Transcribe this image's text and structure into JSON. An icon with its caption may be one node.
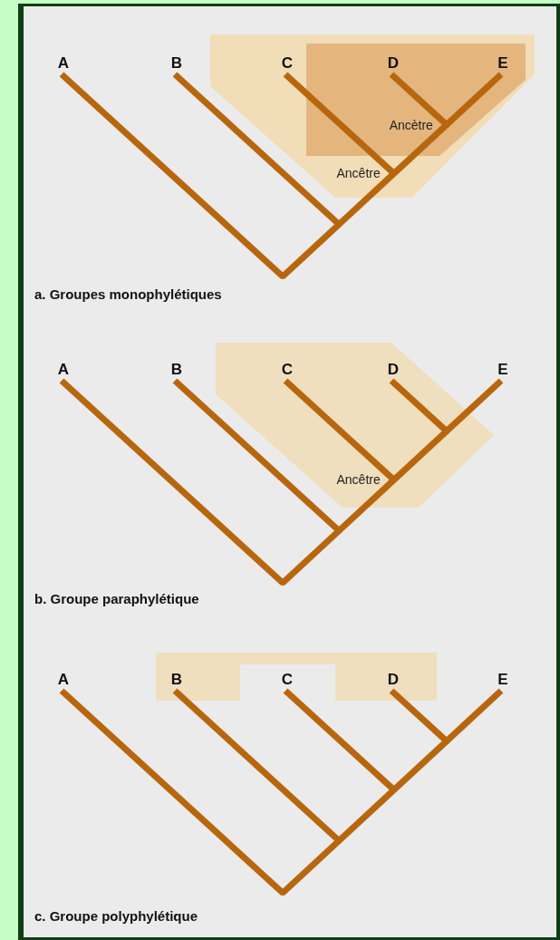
{
  "diagram": {
    "nodes": [
      {
        "text": [
          "A"
        ]
      },
      {
        "text": [
          "B"
        ]
      },
      {
        "text": [
          "C"
        ]
      },
      {
        "text": [
          "D"
        ]
      },
      {
        "text": [
          "E"
        ]
      },
      {
        "text": [],
        "shape": "point"
      },
      {
        "text": [],
        "shape": "point"
      },
      {
        "text": [],
        "shape": "point",
        "beside": [
          "Ancêtre"
        ]
      },
      {
        "text": [],
        "shape": "point",
        "beside": [
          "Ancètre"
        ]
      },
      {
        "text": [
          "A"
        ]
      },
      {
        "text": [
          "B"
        ]
      },
      {
        "text": [
          "C"
        ]
      },
      {
        "text": [
          "D"
        ]
      },
      {
        "text": [
          "E"
        ]
      },
      {
        "text": [],
        "shape": "point"
      },
      {
        "text": [],
        "shape": "point"
      },
      {
        "text": [],
        "shape": "point",
        "beside": [
          "Ancêtre"
        ]
      },
      {
        "text": [],
        "shape": "point"
      },
      {
        "text": [
          "A"
        ]
      },
      {
        "text": [
          "B"
        ]
      },
      {
        "text": [
          "C"
        ]
      },
      {
        "text": [
          "D"
        ]
      },
      {
        "text": [
          "E"
        ]
      },
      {
        "text": [],
        "shape": "point"
      },
      {
        "text": [],
        "shape": "point"
      },
      {
        "text": [],
        "shape": "point"
      },
      {
        "text": [],
        "shape": "point"
      }
    ],
    "edges": [
      {
        "from": 5,
        "to": 0,
        "arrow": "none"
      },
      {
        "from": 5,
        "to": 6,
        "arrow": "none"
      },
      {
        "from": 6,
        "to": 1,
        "arrow": "none"
      },
      {
        "from": 6,
        "to": 7,
        "arrow": "none"
      },
      {
        "from": 7,
        "to": 2,
        "arrow": "none"
      },
      {
        "from": 7,
        "to": 8,
        "arrow": "none"
      },
      {
        "from": 8,
        "to": 3,
        "arrow": "none"
      },
      {
        "from": 8,
        "to": 4,
        "arrow": "none"
      },
      {
        "from": 14,
        "to": 9,
        "arrow": "none"
      },
      {
        "from": 14,
        "to": 15,
        "arrow": "none"
      },
      {
        "from": 15,
        "to": 10,
        "arrow": "none"
      },
      {
        "from": 15,
        "to": 16,
        "arrow": "none"
      },
      {
        "from": 16,
        "to": 11,
        "arrow": "none"
      },
      {
        "from": 16,
        "to": 17,
        "arrow": "none"
      },
      {
        "from": 17,
        "to": 12,
        "arrow": "none"
      },
      {
        "from": 17,
        "to": 13,
        "arrow": "none"
      },
      {
        "from": 23,
        "to": 18,
        "arrow": "none"
      },
      {
        "from": 23,
        "to": 24,
        "arrow": "none"
      },
      {
        "from": 24,
        "to": 19,
        "arrow": "none"
      },
      {
        "from": 24,
        "to": 25,
        "arrow": "none"
      },
      {
        "from": 25,
        "to": 20,
        "arrow": "none"
      },
      {
        "from": 25,
        "to": 26,
        "arrow": "none"
      },
      {
        "from": 26,
        "to": 21,
        "arrow": "none"
      },
      {
        "from": 26,
        "to": 22,
        "arrow": "none"
      }
    ],
    "labels": [
      "a. Groupes monophylétiques",
      "b. Groupe paraphylétique",
      "c. Groupe polyphylétique"
    ]
  }
}
